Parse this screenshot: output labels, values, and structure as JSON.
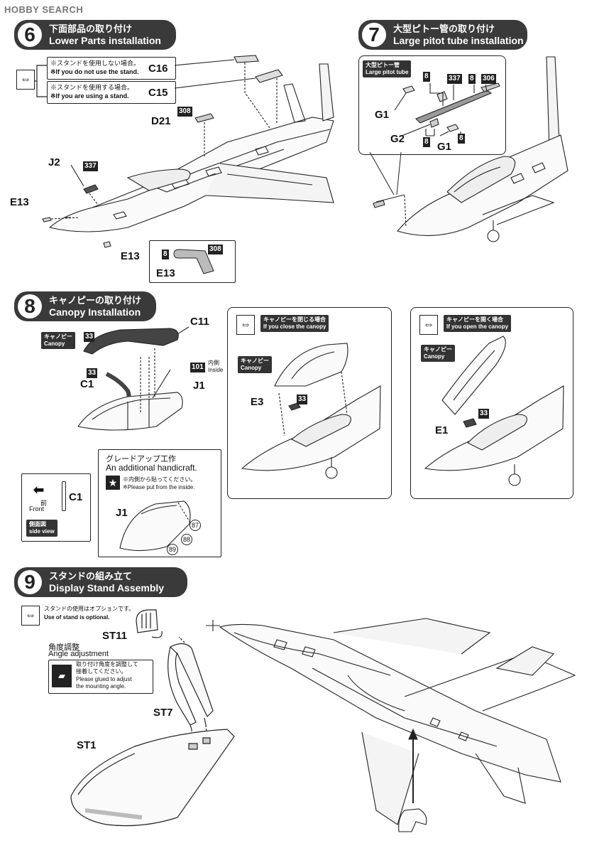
{
  "watermark": "HOBBY SEARCH",
  "step6": {
    "number": "6",
    "title_jp": "下面部品の取り付け",
    "title_en": "Lower Parts installation",
    "note1_jp": "※スタンドを使用しない場合。",
    "note1_en": "※If you do not use the stand.",
    "note1_part": "C16",
    "note2_jp": "※スタンドを使用する場合。",
    "note2_en": "※If you are using a stand.",
    "note2_part": "C15",
    "parts": {
      "d21": "D21",
      "j2": "J2",
      "e13a": "E13",
      "e13b": "E13",
      "e13c": "E13"
    },
    "colors": {
      "c308a": "308",
      "c337": "337",
      "c8": "8",
      "c308b": "308"
    }
  },
  "step7": {
    "number": "7",
    "title_jp": "大型ピトー管の取り付け",
    "title_en": "Large pitot tube installation",
    "inset_tag_jp": "大型ピトー管",
    "inset_tag_en": "Large pitot tube",
    "parts": {
      "g1a": "G1",
      "g2": "G2",
      "g1b": "G1"
    },
    "colors": {
      "c8a": "8",
      "c337": "337",
      "c8b": "8",
      "c306": "306",
      "c8c": "8",
      "c8d": "8"
    }
  },
  "step8": {
    "number": "8",
    "title_jp": "キャノピーの取り付け",
    "title_en": "Canopy Installation",
    "canopy_tag_jp": "キャノピー",
    "canopy_tag_en": "Canopy",
    "parts": {
      "c11": "C11",
      "c1": "C1",
      "j1": "J1"
    },
    "colors": {
      "c33a": "33",
      "c33b": "33",
      "c101": "101"
    },
    "inside_jp": "内側",
    "inside_en": "Inside",
    "close_jp": "キャノピーを閉じる場合",
    "close_en": "If you close the canopy",
    "close_canopy_jp": "キャノピー",
    "close_canopy_en": "Canopy",
    "close_part": "E3",
    "close_color": "33",
    "open_jp": "キャノピーを開く場合",
    "open_en": "If you open the canopy",
    "open_canopy_jp": "キャノピー",
    "open_canopy_en": "Canopy",
    "open_part": "E1",
    "open_color": "33",
    "side_front_jp": "前",
    "side_front_en": "Front",
    "side_part": "C1",
    "side_tag_jp": "側面図",
    "side_tag_en": "side view",
    "grade_jp": "グレードアップ工作",
    "grade_en": "An additional handicraft.",
    "grade_note_jp": "※内側から貼ってください。",
    "grade_note_en": "※Please put from the inside.",
    "grade_part": "J1",
    "grade_n1": "87",
    "grade_n2": "88",
    "grade_n3": "89"
  },
  "step9": {
    "number": "9",
    "title_jp": "スタンドの組み立て",
    "title_en": "Display Stand Assembly",
    "opt_jp": "スタンドの使用はオプションです。",
    "opt_en": "Use of stand is optional.",
    "angle_jp": "角度調整",
    "angle_en": "Angle adjustment",
    "glue_jp1": "取り付け角度を調整して",
    "glue_jp2": "接着してください。",
    "glue_en1": "Please glued to adjust",
    "glue_en2": "the mounting angle.",
    "parts": {
      "st11": "ST11",
      "st7": "ST7",
      "st1": "ST1"
    }
  }
}
